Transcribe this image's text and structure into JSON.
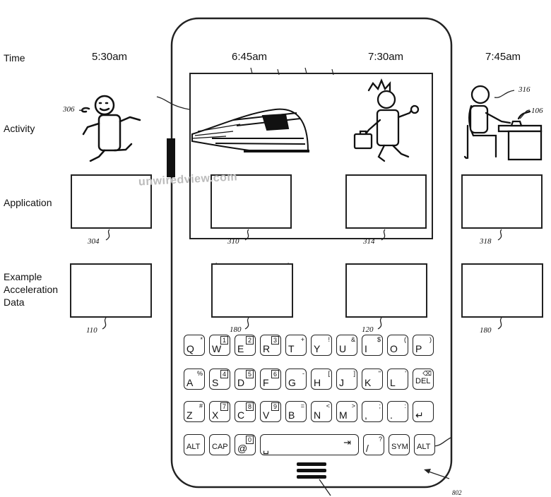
{
  "rows": {
    "time": "Time",
    "activity": "Activity",
    "application": "Application",
    "accel_1": "Example",
    "accel_2": "Acceleration",
    "accel_3": "Data"
  },
  "times": [
    "5:30am",
    "6:45am",
    "7:30am",
    "7:45am"
  ],
  "refs": {
    "r306": "306",
    "r316": "316",
    "r106": "106",
    "r304": "304",
    "r310": "310",
    "r314": "314",
    "r318": "318",
    "r110": "110",
    "r180a": "180",
    "r120": "120",
    "r180b": "180",
    "r802": "802"
  },
  "watermark": "unwiredview.com",
  "keyboard": {
    "row1": [
      [
        "Q",
        "*"
      ],
      [
        "W",
        "1"
      ],
      [
        "E",
        "2"
      ],
      [
        "R",
        "3"
      ],
      [
        "T",
        "+"
      ],
      [
        "Y",
        "!"
      ],
      [
        "U",
        "&"
      ],
      [
        "I",
        "$"
      ],
      [
        "O",
        "("
      ],
      [
        "P",
        ")"
      ]
    ],
    "row2": [
      [
        "A",
        "%"
      ],
      [
        "S",
        "4"
      ],
      [
        "D",
        "5"
      ],
      [
        "F",
        "6"
      ],
      [
        "G",
        "-"
      ],
      [
        "H",
        "["
      ],
      [
        "J",
        "]"
      ],
      [
        "K",
        "\""
      ],
      [
        "L",
        "'"
      ],
      [
        "DEL",
        "⌫"
      ]
    ],
    "row3": [
      [
        "Z",
        "#"
      ],
      [
        "X",
        "7"
      ],
      [
        "C",
        "8"
      ],
      [
        "V",
        "9"
      ],
      [
        "B",
        "="
      ],
      [
        "N",
        "<"
      ],
      [
        "M",
        ">"
      ],
      [
        ",",
        ";"
      ],
      [
        ".",
        ":"
      ],
      [
        "↵",
        ""
      ]
    ],
    "row4": [
      [
        "ALT",
        ""
      ],
      [
        "CAP",
        ""
      ],
      [
        "@",
        "0"
      ],
      [
        "␣",
        "⇥"
      ],
      [
        "/",
        "?"
      ],
      [
        "SYM",
        ""
      ],
      [
        "ALT",
        ""
      ]
    ]
  }
}
